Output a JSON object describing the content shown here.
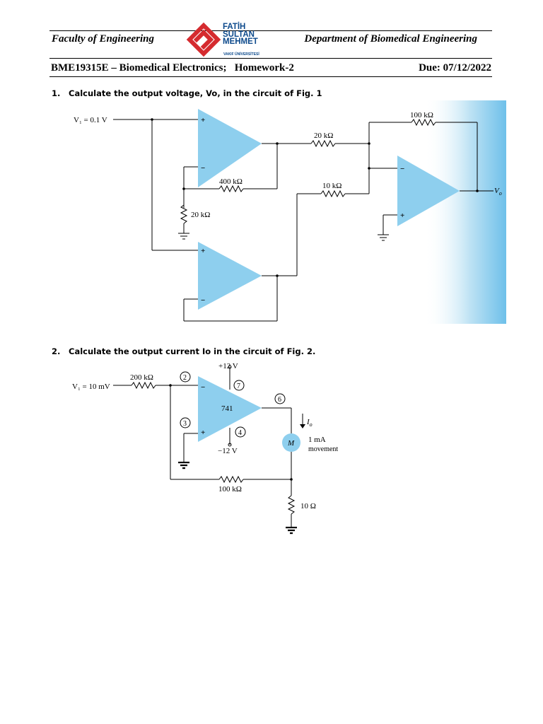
{
  "header": {
    "faculty": "Faculty of Engineering",
    "department": "Department of Biomedical Engineering",
    "logo": {
      "line1": "FATİH",
      "line2": "SULTAN",
      "line3": "MEHMET",
      "subtitle": "VAKIF ÜNİVERSİTESİ"
    },
    "course": "BME19315E – Biomedical Electronics;   Homework-2",
    "due": "Due: 07/12/2022"
  },
  "questions": [
    {
      "number": "1.",
      "text": "Calculate the output voltage, Vo, in the circuit of Fig. 1"
    },
    {
      "number": "2.",
      "text": "Calculate the output current Io in the circuit of Fig. 2."
    }
  ],
  "fig1": {
    "vi": "V₁ = 0.1 V",
    "r400": "400 kΩ",
    "r20a": "20 kΩ",
    "r20b": "20 kΩ",
    "r10": "10 kΩ",
    "r100": "100 kΩ",
    "vo": "V",
    "vo_sub": "o",
    "plus": "+",
    "minus": "−"
  },
  "fig2": {
    "vi": "V₁ = 10 mV",
    "r200": "200 kΩ",
    "vpos": "+12 V",
    "vneg": "−12 V",
    "opamp": "741",
    "pin2": "2",
    "pin3": "3",
    "pin4": "4",
    "pin6": "6",
    "pin7": "7",
    "io": "I",
    "io_sub": "o",
    "meter": "M",
    "meter_rating": "1 mA",
    "meter_desc": "movement",
    "r100": "100 kΩ",
    "r10": "10 Ω",
    "plus": "+",
    "minus": "−"
  }
}
